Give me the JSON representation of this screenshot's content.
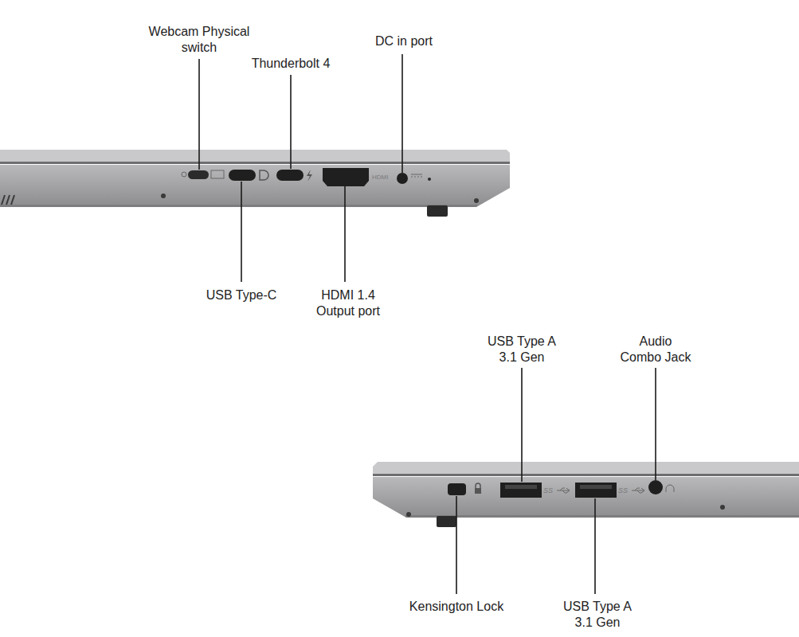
{
  "diagram": {
    "labels": [
      "Webcam Physical switch",
      "Thunderbolt 4",
      "DC in port",
      "USB Type-C",
      "HDMI 1.4 Output port",
      "USB Type A 3.1 Gen",
      "Audio Combo Jack",
      "Kensington Lock",
      "USB Type A 3.1 Gen",
      "HDMI",
      "SS",
      "SS"
    ]
  }
}
